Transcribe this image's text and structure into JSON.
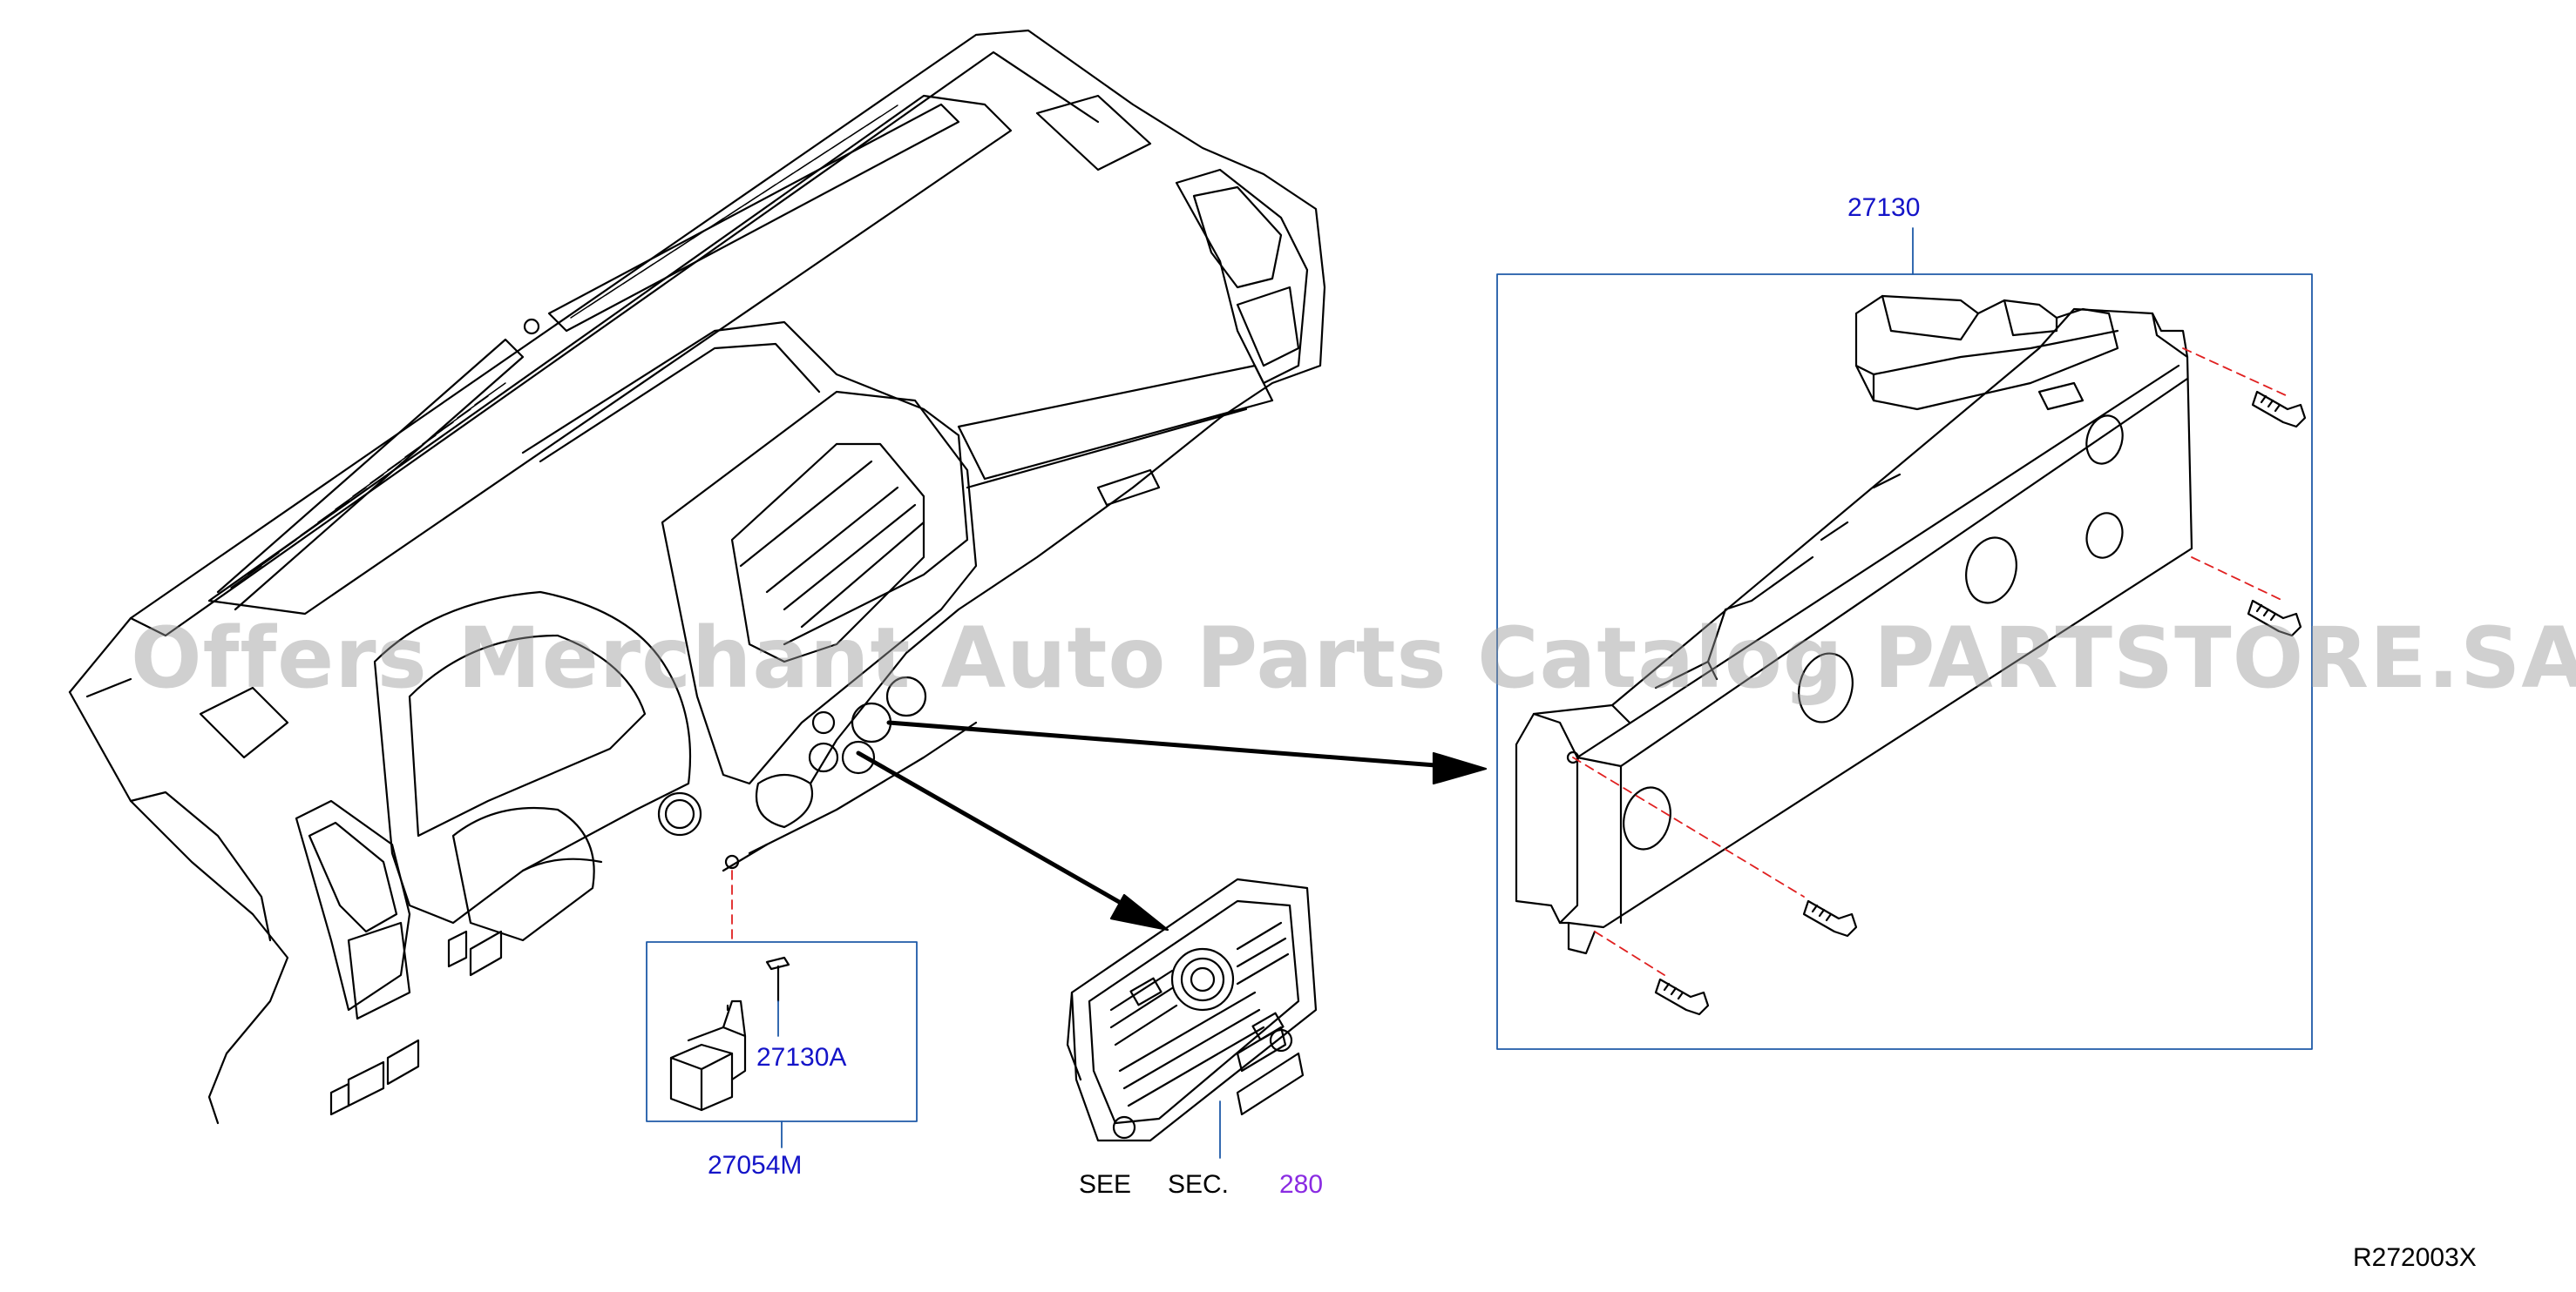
{
  "labels": {
    "part_27130": "27130",
    "part_27130A": "27130A",
    "part_27054M": "27054M",
    "see": "SEE",
    "sec": "SEC.",
    "sec_number": "280",
    "diagram_id": "R272003X"
  },
  "watermark": "Offers Merchant Auto Parts Catalog PARTSTORE.SA",
  "colors": {
    "part_number": "#1414c8",
    "section_link": "#8a2be2",
    "leader": "#1e5aa8",
    "dash": "#e02020",
    "line_art": "#000000"
  }
}
